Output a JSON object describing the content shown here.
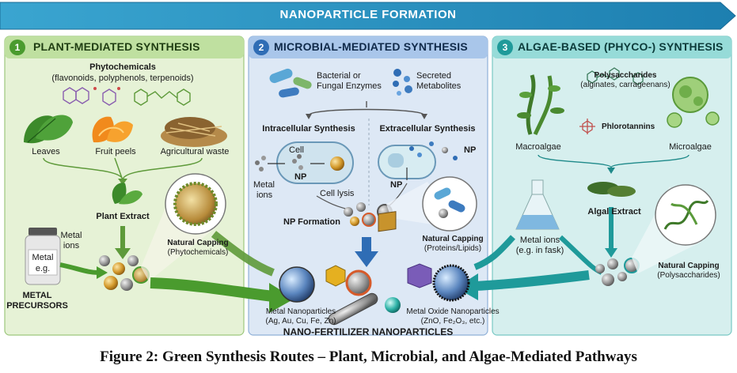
{
  "banner": {
    "title": "NANOPARTICLE FORMATION"
  },
  "panels": [
    {
      "number": "1",
      "title": "PLANT-MEDIATED SYNTHESIS",
      "phyto_title": "Phytochemicals",
      "phyto_sub": "(flavonoids, polyphenols, terpenoids)",
      "sources": [
        "Leaves",
        "Fruit peels",
        "Agricultural waste"
      ],
      "extract": "Plant Extract",
      "metal_label": "Metal",
      "metal_label2": "ions",
      "jar_label": "Metal",
      "jar_label2": "e.g.",
      "precursor_line1": "METAL",
      "precursor_line2": "PRECURSORS",
      "capping_title": "Natural Capping",
      "capping_sub": "(Phytochemicals)"
    },
    {
      "number": "2",
      "title": "MICROBIAL-MEDIATED SYNTHESIS",
      "enzymes_line1": "Bacterial or",
      "enzymes_line2": "Fungal Enzymes",
      "metabolites_line1": "Secreted",
      "metabolites_line2": "Metabolites",
      "intra": "Intracellular Synthesis",
      "extra": "Extracellular Synthesis",
      "cell": "Cell",
      "np": "NP",
      "metal_ions_1": "Metal",
      "metal_ions_2": "ions",
      "cell_lysis": "Cell lysis",
      "np_formation": "NP Formation",
      "capping_title": "Natural Capping",
      "capping_sub": "(Proteins/Lipids)"
    },
    {
      "number": "3",
      "title": "ALGAE-BASED (PHYCO-) SYNTHESIS",
      "polysaccharides": "Polysaccharides",
      "polysaccharides_sub": "(alginates, carrageenans)",
      "phlorotannins": "Phlorotannins",
      "macroalgae": "Macroalgae",
      "microalgae": "Microalgae",
      "extract": "Algal Extract",
      "metal_ions_1": "Metal ions",
      "metal_ions_2": "(e.g. in fask)",
      "capping_title": "Natural Capping",
      "capping_sub": "(Polysaccharides)"
    }
  ],
  "bottom": {
    "metal_np_1": "Metal Nanoparticles",
    "metal_np_2": "(Ag, Au, Cu, Fe, Zn)",
    "oxide_np_1": "Metal Oxide Nanoparticles",
    "oxide_np_2": "(ZnO, Fe₂O₃, etc.)",
    "title": "NANO-FERTILIZER NANOPARTICLES"
  },
  "caption": "Figure 2: Green Synthesis Routes – Plant, Microbial, and Algae-Mediated Pathways",
  "colors": {
    "panel1": "#e6f2d6",
    "panel1_head": "#bfe0a0",
    "panel2": "#dde8f5",
    "panel2_head": "#a9c6ea",
    "panel3": "#d6efee",
    "panel3_head": "#96dbd8",
    "banner": "#2a8fbf",
    "green_arrow": "#4a9b2e",
    "blue_arrow": "#2f6db5",
    "teal_arrow": "#1f9a9a"
  }
}
